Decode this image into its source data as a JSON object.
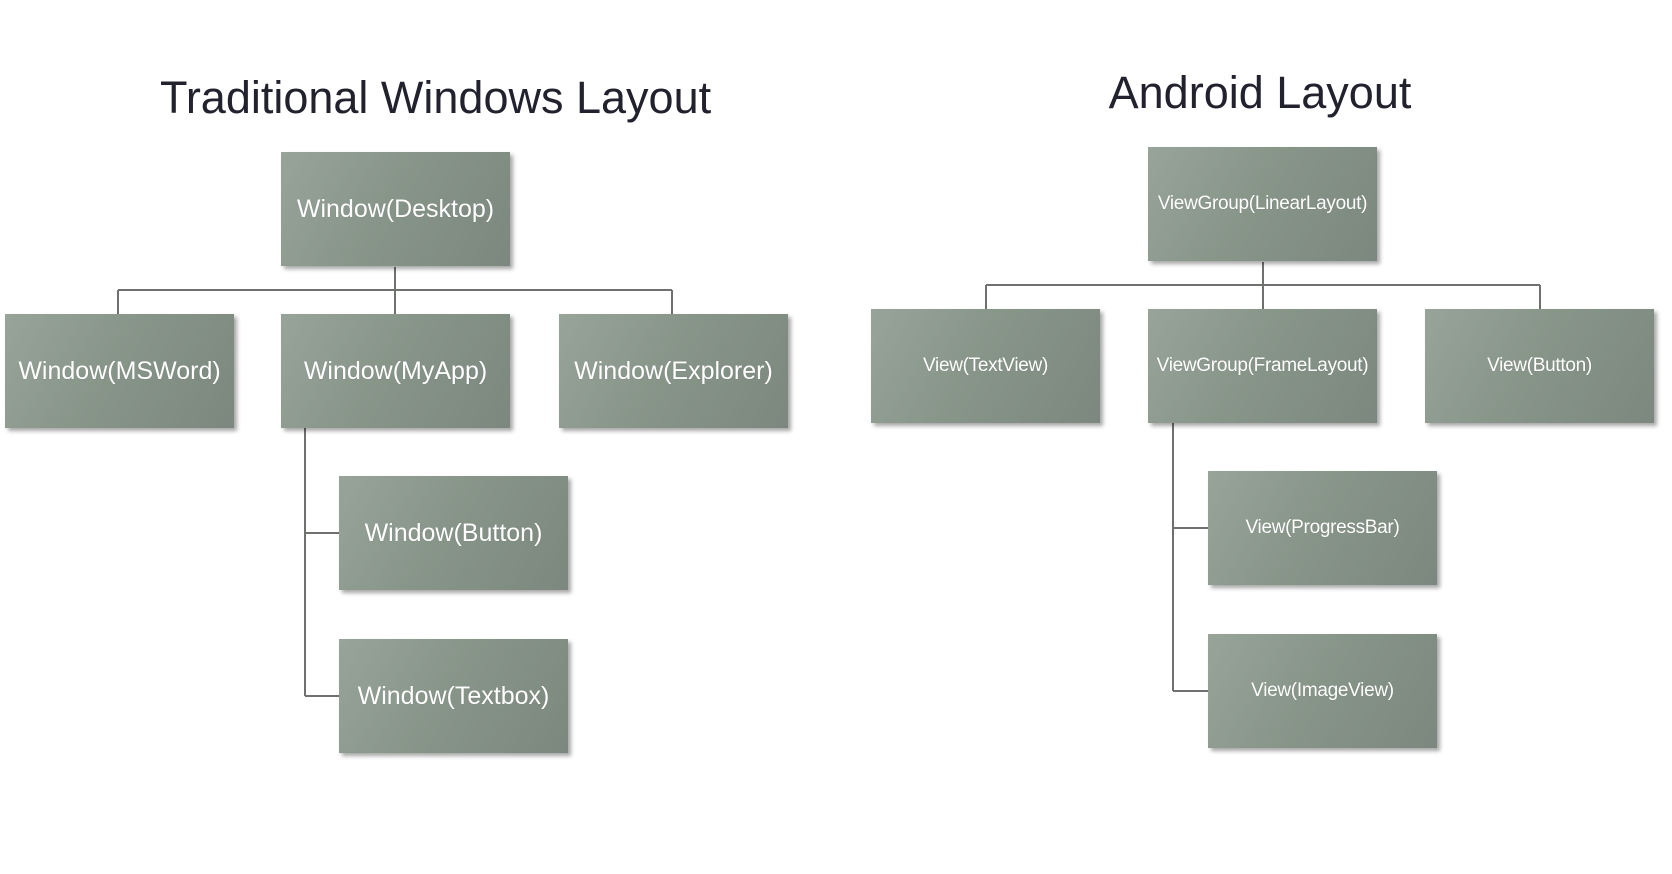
{
  "diagrams": {
    "windows": {
      "title": "Traditional Windows Layout",
      "root": "Window(Desktop)",
      "children": [
        "Window(MSWord)",
        "Window(MyApp)",
        "Window(Explorer)"
      ],
      "myapp_children": [
        "Window(Button)",
        "Window(Textbox)"
      ]
    },
    "android": {
      "title": "Android Layout",
      "root": "ViewGroup(LinearLayout)",
      "children": [
        "View(TextView)",
        "ViewGroup(FrameLayout)",
        "View(Button)"
      ],
      "framelayout_children": [
        "View(ProgressBar)",
        "View(ImageView)"
      ]
    }
  },
  "colors": {
    "node_fill": "#889589",
    "connector": "#6f716f",
    "title_text": "#22222e",
    "node_text": "#ffffff"
  }
}
